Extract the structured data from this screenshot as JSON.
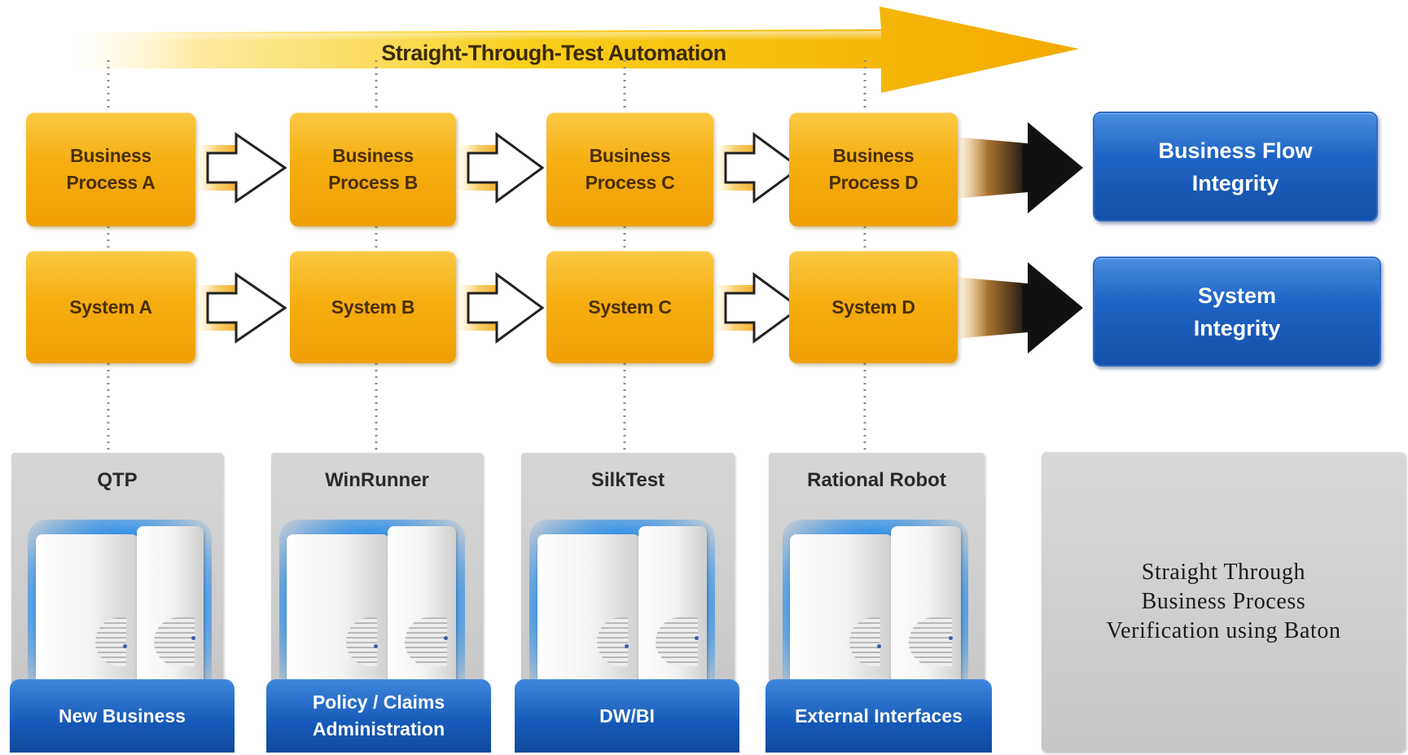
{
  "banner": {
    "title": "Straight-Through-Test Automation",
    "color": "#f7c600"
  },
  "business_processes": [
    {
      "label": "Business\nProcess A"
    },
    {
      "label": "Business\nProcess B"
    },
    {
      "label": "Business\nProcess C"
    },
    {
      "label": "Business\nProcess D"
    }
  ],
  "systems": [
    {
      "label": "System A"
    },
    {
      "label": "System B"
    },
    {
      "label": "System C"
    },
    {
      "label": "System D"
    }
  ],
  "outcomes": {
    "business_flow": "Business Flow\nIntegrity",
    "system": "System\nIntegrity"
  },
  "tools": [
    {
      "name": "QTP",
      "system": "New Business"
    },
    {
      "name": "WinRunner",
      "system": "Policy / Claims\nAdministration"
    },
    {
      "name": "SilkTest",
      "system": "DW/BI"
    },
    {
      "name": "Rational Robot",
      "system": "External Interfaces"
    }
  ],
  "baton_note": "Straight Through\nBusiness Process\nVerification using Baton",
  "icons": {
    "outline_arrow": "hollow-right-arrow-icon",
    "solid_arrow": "black-right-arrow-icon",
    "server": "server-tower-icon"
  },
  "colors": {
    "process_box": "#f5ae10",
    "outcome_box": "#1f64c4",
    "system_bar": "#1659b8",
    "tool_panel": "#c8c8c8"
  }
}
